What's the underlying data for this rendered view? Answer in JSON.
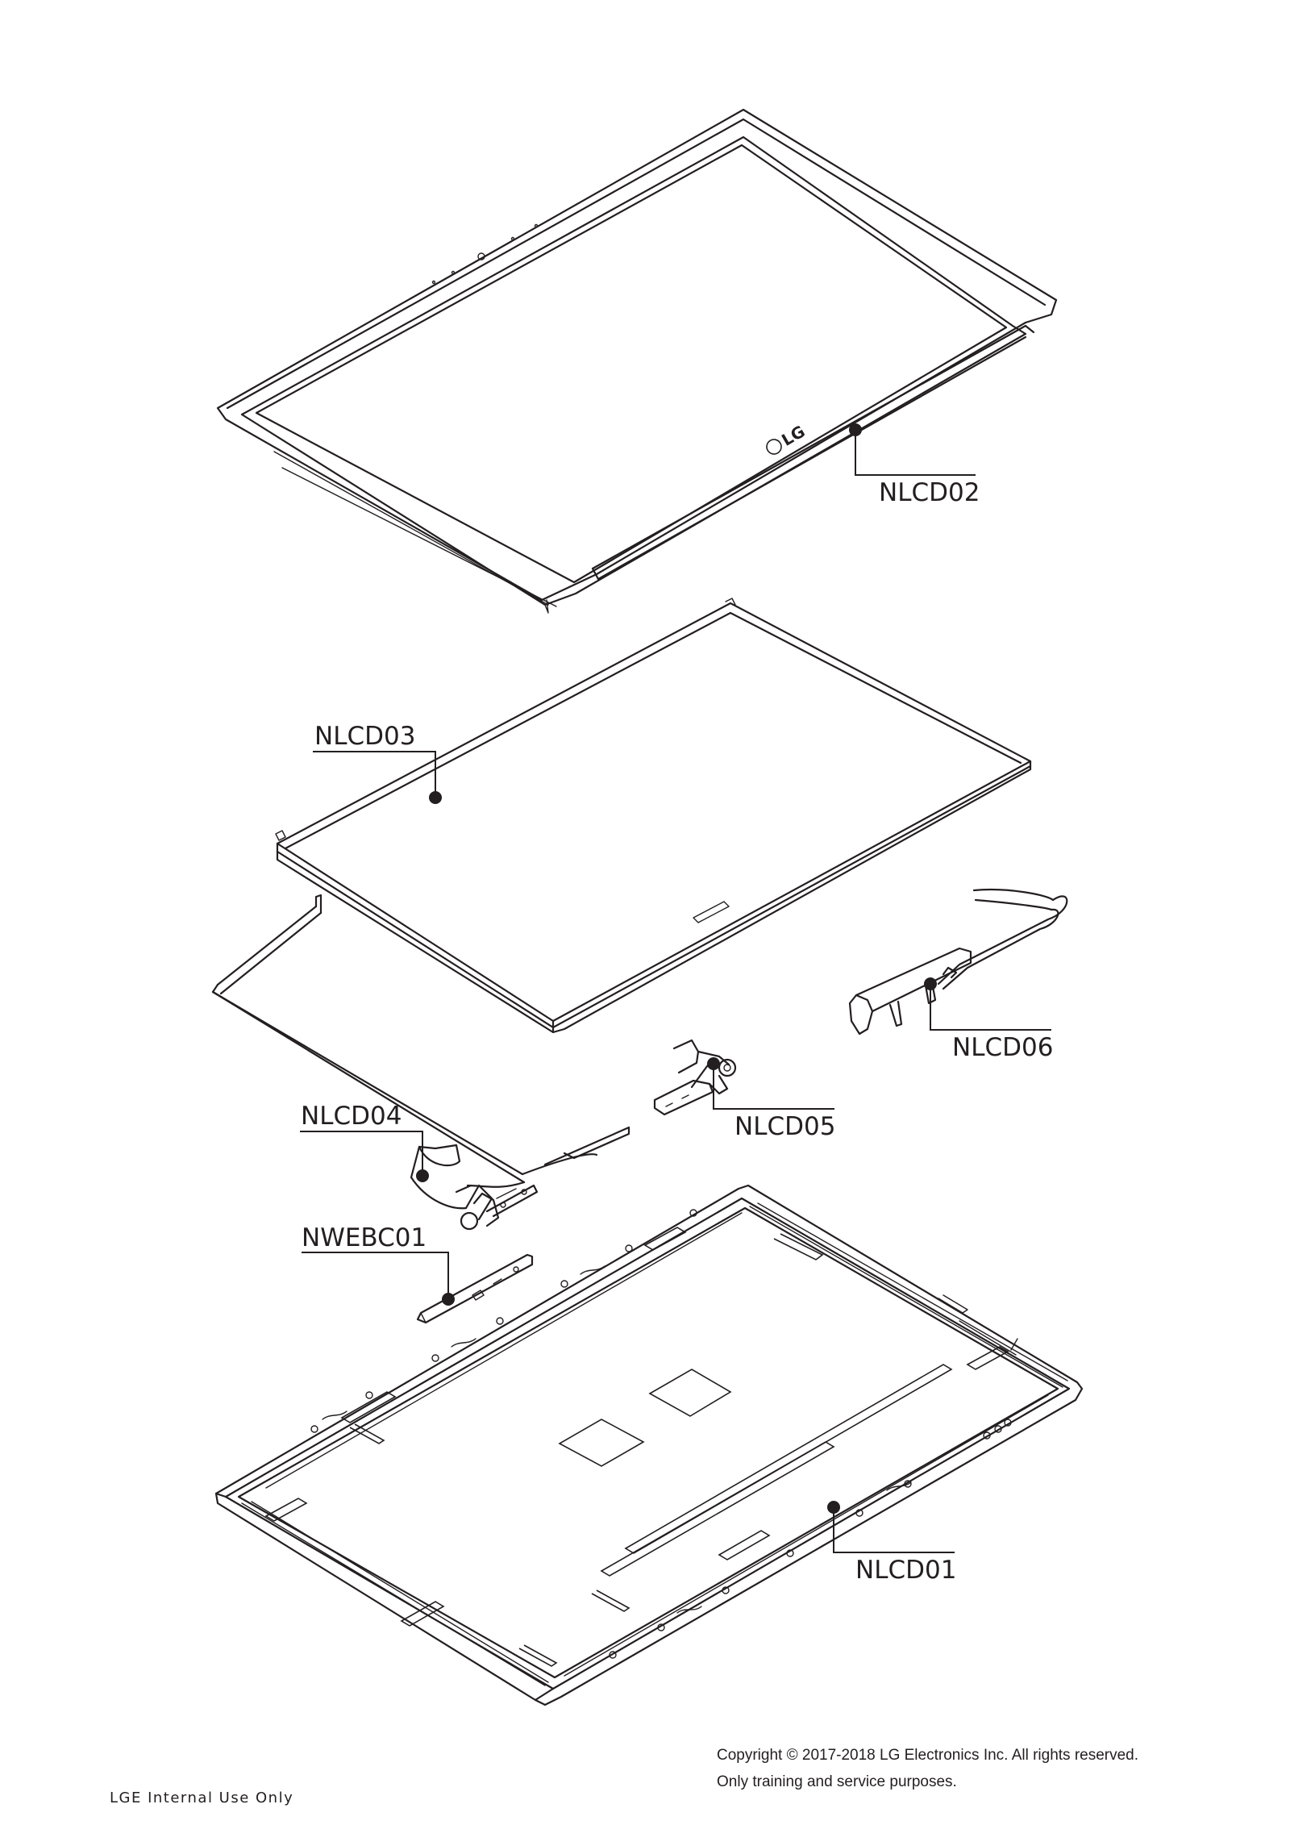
{
  "brand_mark": "LG",
  "callouts": {
    "nlcd01": "NLCD01",
    "nlcd02": "NLCD02",
    "nlcd03": "NLCD03",
    "nlcd04": "NLCD04",
    "nlcd05": "NLCD05",
    "nlcd06": "NLCD06",
    "nwebc01": "NWEBC01"
  },
  "footer": {
    "internal_note": "LGE Internal Use Only",
    "copyright": "Copyright © 2017-2018 LG Electronics Inc. All rights reserved.",
    "usage": "Only training and service purposes."
  }
}
